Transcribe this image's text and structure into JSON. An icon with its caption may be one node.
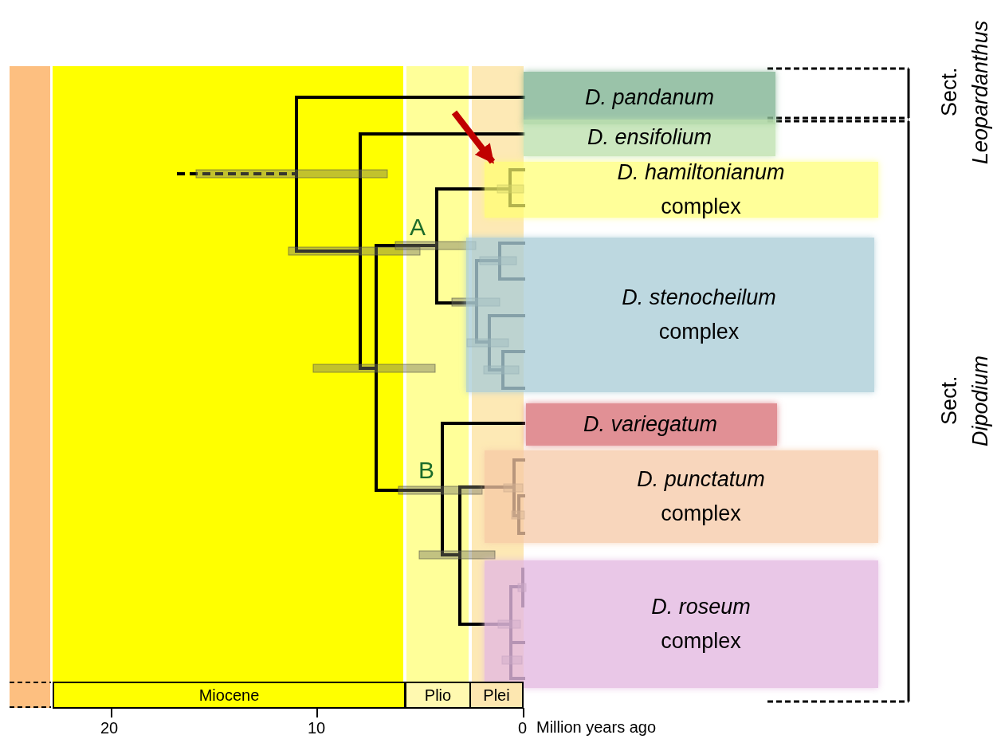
{
  "diagram": {
    "nodes": [
      {
        "text": [
          "D. pandanum"
        ]
      },
      {
        "text": [
          "D. ensifolium"
        ]
      },
      {
        "text": [
          "*D. hamiltonianum* complex"
        ]
      },
      {
        "text": [
          "*D. stenocheilum* complex"
        ]
      },
      {
        "text": [
          "D. variegatum"
        ]
      },
      {
        "text": [
          "*D. punctatum* complex"
        ]
      },
      {
        "text": [
          "*D. roseum* complex"
        ]
      },
      {
        "text": [
          "Miocene"
        ]
      },
      {
        "text": [
          "Plio"
        ]
      },
      {
        "text": [
          "Plei"
        ]
      }
    ],
    "edges": [
      {
        "from": null,
        "to": 2,
        "arrow": "to",
        "color": "#c00000"
      }
    ],
    "labels": [
      "Sect. *Leopardanthus*",
      "A",
      "B",
      "Sect. *Dipodium*",
      "20",
      "10",
      "0",
      "Million years ago"
    ]
  }
}
